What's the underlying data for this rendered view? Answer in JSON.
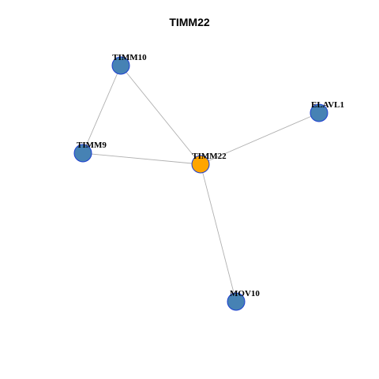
{
  "title": "TIMM22",
  "colors": {
    "focus_fill": "#FFA500",
    "neighbor_fill": "#4682B4",
    "node_stroke": "#1C3FD0",
    "edge": "#B0B0B0"
  },
  "nodes": [
    {
      "id": "TIMM10",
      "label": "TIMM10",
      "role": "neighbor"
    },
    {
      "id": "ELAVL1",
      "label": "ELAVL1",
      "role": "neighbor"
    },
    {
      "id": "TIMM9",
      "label": "TIMM9",
      "role": "neighbor"
    },
    {
      "id": "TIMM22",
      "label": "TIMM22",
      "role": "focus"
    },
    {
      "id": "MOV10",
      "label": "MOV10",
      "role": "neighbor"
    }
  ],
  "edges": [
    {
      "source": "TIMM10",
      "target": "TIMM9"
    },
    {
      "source": "TIMM10",
      "target": "TIMM22"
    },
    {
      "source": "TIMM9",
      "target": "TIMM22"
    },
    {
      "source": "ELAVL1",
      "target": "TIMM22"
    },
    {
      "source": "TIMM22",
      "target": "MOV10"
    }
  ]
}
